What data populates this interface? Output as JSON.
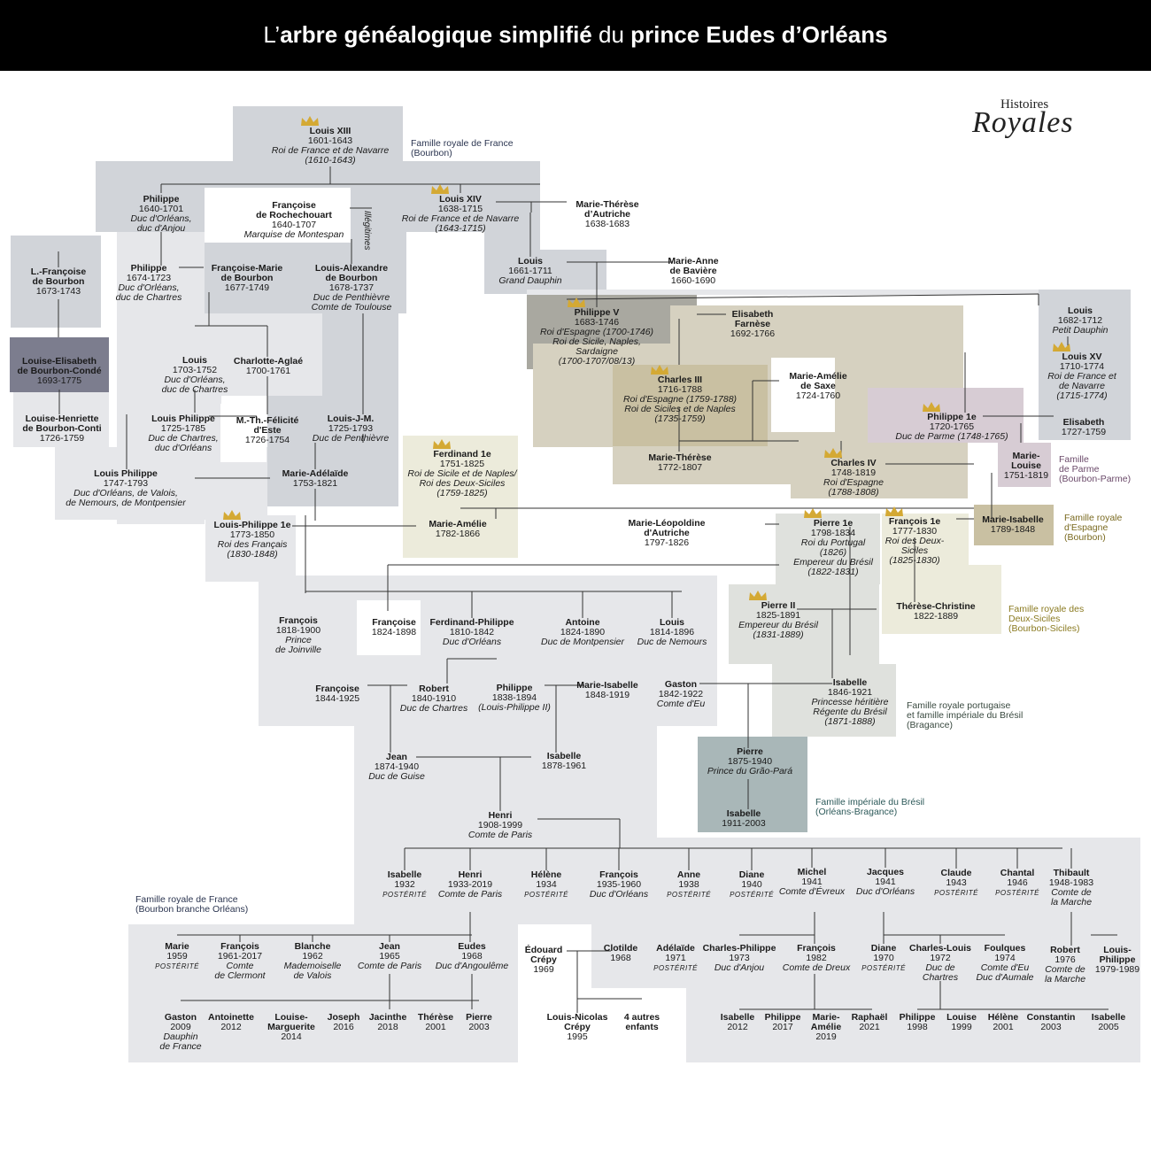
{
  "header": {
    "part1": "L’",
    "part2": "arbre généalogique simplifié",
    "part3": " du ",
    "part4": "prince Eudes d’Orléans"
  },
  "logo": {
    "line1": "Histoires",
    "line2": "Royales"
  },
  "illegitimes": "Illégitimes",
  "families": [
    {
      "id": "f1",
      "lines": [
        "Famille royale de France",
        "(Bourbon)"
      ],
      "color": "#2b3550"
    },
    {
      "id": "f2",
      "lines": [
        "Famille",
        "de Parme",
        "(Bourbon-Parme)"
      ],
      "color": "#6b4a6a"
    },
    {
      "id": "f3",
      "lines": [
        "Famille royale",
        "d'Espagne",
        "(Bourbon)"
      ],
      "color": "#7a6a20"
    },
    {
      "id": "f4",
      "lines": [
        "Famille royale des",
        "Deux-Siciles",
        "(Bourbon-Siciles)"
      ],
      "color": "#8a7a20"
    },
    {
      "id": "f5",
      "lines": [
        "Famille royale portugaise",
        "et famille impériale du Brésil",
        "(Bragance)"
      ],
      "color": "#3a4a40"
    },
    {
      "id": "f6",
      "lines": [
        "Famille impériale du Brésil",
        "(Orléans-Bragance)"
      ],
      "color": "#2d5a5a"
    },
    {
      "id": "f7",
      "lines": [
        "Famille royale de France",
        "(Bourbon branche Orléans)"
      ],
      "color": "#2b3550"
    }
  ],
  "people": [
    {
      "id": "louis13",
      "name": "Louis XIII",
      "lines": [
        "1601-1643"
      ],
      "titles": [
        "Roi de France et de Navarre",
        "(1610-1643)"
      ],
      "crown": true
    },
    {
      "id": "philippe1",
      "name": "Philippe",
      "lines": [
        "1640-1701"
      ],
      "titles": [
        "Duc d'Orléans,",
        "duc d'Anjou"
      ]
    },
    {
      "id": "montespan",
      "name": "Françoise",
      "name2": "de Rochechouart",
      "lines": [
        "1640-1707"
      ],
      "titles": [
        "Marquise de Montespan"
      ]
    },
    {
      "id": "louis14",
      "name": "Louis XIV",
      "lines": [
        "1638-1715"
      ],
      "titles": [
        "Roi de France et de Navarre",
        "(1643-1715)"
      ],
      "crown": true
    },
    {
      "id": "mtautriche",
      "name": "Marie-Thérèse",
      "name2": "d’Autriche",
      "lines": [
        "1638-1683"
      ],
      "titles": []
    },
    {
      "id": "lfbourbon",
      "name": "L.-Françoise",
      "name2": "de Bourbon",
      "lines": [
        "1673-1743"
      ],
      "titles": []
    },
    {
      "id": "philippe2",
      "name": "Philippe",
      "lines": [
        "1674-1723"
      ],
      "titles": [
        "Duc d'Orléans,",
        "duc de Chartres"
      ]
    },
    {
      "id": "fmbourbon",
      "name": "Françoise-Marie",
      "name2": "de Bourbon",
      "lines": [
        "1677-1749"
      ],
      "titles": []
    },
    {
      "id": "labourbon",
      "name": "Louis-Alexandre",
      "name2": "de Bourbon",
      "lines": [
        "1678-1737"
      ],
      "titles": [
        "Duc de Penthièvre",
        "Comte de Toulouse"
      ]
    },
    {
      "id": "grdauphin",
      "name": "Louis",
      "lines": [
        "1661-1711"
      ],
      "titles": [
        "Grand Dauphin"
      ]
    },
    {
      "id": "mabaviere",
      "name": "Marie-Anne",
      "name2": "de Bavière",
      "lines": [
        "1660-1690"
      ],
      "titles": []
    },
    {
      "id": "philippe5",
      "name": "Philippe V",
      "lines": [
        "1683-1746"
      ],
      "titles": [
        "Roi d'Espagne (1700-1746)",
        "Roi de Sicile, Naples,",
        "Sardaigne",
        "(1700-1707/08/13)"
      ],
      "crown": true
    },
    {
      "id": "farnese",
      "name": "Elisabeth",
      "name2": "Farnèse",
      "lines": [
        "1692-1766"
      ],
      "titles": []
    },
    {
      "id": "petitdauphin",
      "name": "Louis",
      "lines": [
        "1682-1712"
      ],
      "titles": [
        "Petit Dauphin"
      ]
    },
    {
      "id": "louis15",
      "name": "Louis XV",
      "lines": [
        "1710-1774"
      ],
      "titles": [
        "Roi de France et",
        "de Navarre",
        "(1715-1774)"
      ],
      "crown": true
    },
    {
      "id": "elisabeth",
      "name": "Elisabeth",
      "lines": [
        "1727-1759"
      ],
      "titles": []
    },
    {
      "id": "lebc",
      "name": "Louise-Elisabeth",
      "name2": "de Bourbon-Condé",
      "lines": [
        "1693-1775"
      ],
      "titles": []
    },
    {
      "id": "louis1703",
      "name": "Louis",
      "lines": [
        "1703-1752"
      ],
      "titles": [
        "Duc d'Orléans,",
        "duc de Chartres"
      ]
    },
    {
      "id": "caglae",
      "name": "Charlotte-Aglaé",
      "lines": [
        "1700-1761"
      ],
      "titles": []
    },
    {
      "id": "charles3",
      "name": "Charles III",
      "lines": [
        "1716-1788"
      ],
      "titles": [
        "Roi d'Espagne (1759-1788)",
        "Roi de Siciles et de Naples",
        "(1735-1759)"
      ],
      "crown": true
    },
    {
      "id": "masaxe",
      "name": "Marie-Amélie",
      "name2": "de Saxe",
      "lines": [
        "1724-1760"
      ],
      "titles": []
    },
    {
      "id": "philippe1e",
      "name": "Philippe 1e",
      "lines": [
        "1720-1765"
      ],
      "titles": [
        "Duc de Parme (1748-1765)"
      ],
      "crown": true
    },
    {
      "id": "lhbc",
      "name": "Louise-Henriette",
      "name2": "de Bourbon-Conti",
      "lines": [
        "1726-1759"
      ],
      "titles": []
    },
    {
      "id": "lp1725",
      "name": "Louis Philippe",
      "lines": [
        "1725-1785"
      ],
      "titles": [
        "Duc de Chartres,",
        "duc d'Orléans"
      ]
    },
    {
      "id": "mtfeste",
      "name": "M.-Th.-Félicité",
      "name2": "d'Este",
      "lines": [
        "1726-1754"
      ],
      "titles": []
    },
    {
      "id": "ljm",
      "name": "Louis-J-M.",
      "lines": [
        "1725-1793"
      ],
      "titles": [
        "Duc de Penthièvre"
      ]
    },
    {
      "id": "ferdinand1",
      "name": "Ferdinand 1e",
      "lines": [
        "1751-1825"
      ],
      "titles": [
        "Roi de Sicile et de Naples/",
        "Roi des Deux-Siciles",
        "(1759-1825)"
      ],
      "crown": true
    },
    {
      "id": "mt1772",
      "name": "Marie-Thérèse",
      "lines": [
        "1772-1807"
      ],
      "titles": []
    },
    {
      "id": "charles4",
      "name": "Charles IV",
      "lines": [
        "1748-1819"
      ],
      "titles": [
        "Roi d'Espagne",
        "(1788-1808)"
      ],
      "crown": true
    },
    {
      "id": "marielouise",
      "name": "Marie-",
      "name2": "Louise",
      "lines": [
        "1751-1819"
      ],
      "titles": []
    },
    {
      "id": "lp1747",
      "name": "Louis Philippe",
      "lines": [
        "1747-1793"
      ],
      "titles": [
        "Duc d'Orléans, de Valois,",
        "de Nemours, de Montpensier"
      ]
    },
    {
      "id": "madelaide",
      "name": "Marie-Adélaïde",
      "lines": [
        "1753-1821"
      ],
      "titles": []
    },
    {
      "id": "lp1e",
      "name": "Louis-Philippe 1e",
      "lines": [
        "1773-1850"
      ],
      "titles": [
        "Roi des Français",
        "(1830-1848)"
      ],
      "crown": true
    },
    {
      "id": "mamelie",
      "name": "Marie-Amélie",
      "lines": [
        "1782-1866"
      ],
      "titles": []
    },
    {
      "id": "mleopoldine",
      "name": "Marie-Léopoldine",
      "name2": "d'Autriche",
      "lines": [
        "1797-1826"
      ],
      "titles": []
    },
    {
      "id": "pierre1",
      "name": "Pierre 1e",
      "lines": [
        "1798-1834"
      ],
      "titles": [
        "Roi du Portugal",
        "(1826)",
        "Empereur du Brésil",
        "(1822-1831)"
      ],
      "crown": true
    },
    {
      "id": "francois1",
      "name": "François 1e",
      "lines": [
        "1777-1830"
      ],
      "titles": [
        "Roi des Deux-",
        "Siciles",
        "(1825-1830)"
      ],
      "crown": true
    },
    {
      "id": "misabelle",
      "name": "Marie-Isabelle",
      "lines": [
        "1789-1848"
      ],
      "titles": []
    },
    {
      "id": "francois1818",
      "name": "François",
      "lines": [
        "1818-1900"
      ],
      "titles": [
        "Prince",
        "de Joinville"
      ]
    },
    {
      "id": "francoise1824",
      "name": "Françoise",
      "lines": [
        "1824-1898"
      ],
      "titles": []
    },
    {
      "id": "ferdphil",
      "name": "Ferdinand-Philippe",
      "lines": [
        "1810-1842"
      ],
      "titles": [
        "Duc d'Orléans"
      ]
    },
    {
      "id": "antoine",
      "name": "Antoine",
      "lines": [
        "1824-1890"
      ],
      "titles": [
        "Duc de Montpensier"
      ]
    },
    {
      "id": "louis1814",
      "name": "Louis",
      "lines": [
        "1814-1896"
      ],
      "titles": [
        "Duc de Nemours"
      ]
    },
    {
      "id": "pierre2",
      "name": "Pierre II",
      "lines": [
        "1825-1891"
      ],
      "titles": [
        "Empereur du Brésil",
        "(1831-1889)"
      ],
      "crown": true
    },
    {
      "id": "tchristine",
      "name": "Thérèse-Christine",
      "lines": [
        "1822-1889"
      ],
      "titles": []
    },
    {
      "id": "francoise1844",
      "name": "Françoise",
      "lines": [
        "1844-1925"
      ],
      "titles": []
    },
    {
      "id": "robert1840",
      "name": "Robert",
      "lines": [
        "1840-1910"
      ],
      "titles": [
        "Duc de Chartres"
      ]
    },
    {
      "id": "philippe1838",
      "name": "Philippe",
      "lines": [
        "1838-1894"
      ],
      "titles": [
        "(Louis-Philippe II)"
      ]
    },
    {
      "id": "misab1848",
      "name": "Marie-Isabelle",
      "lines": [
        "1848-1919"
      ],
      "titles": []
    },
    {
      "id": "gaston1842",
      "name": "Gaston",
      "lines": [
        "1842-1922"
      ],
      "titles": [
        "Comte d'Eu"
      ]
    },
    {
      "id": "isabelle1846",
      "name": "Isabelle",
      "lines": [
        "1846-1921"
      ],
      "titles": [
        "Princesse héritière",
        "Régente du Brésil",
        "(1871-1888)"
      ]
    },
    {
      "id": "jean1874",
      "name": "Jean",
      "lines": [
        "1874-1940"
      ],
      "titles": [
        "Duc de Guise"
      ]
    },
    {
      "id": "isabelle1878",
      "name": "Isabelle",
      "lines": [
        "1878-1961"
      ],
      "titles": []
    },
    {
      "id": "pierre1875",
      "name": "Pierre",
      "lines": [
        "1875-1940"
      ],
      "titles": [
        "Prince du Grão-Pará"
      ]
    },
    {
      "id": "henri1908",
      "name": "Henri",
      "lines": [
        "1908-1999"
      ],
      "titles": [
        "Comte de Paris"
      ]
    },
    {
      "id": "isabelle1911",
      "name": "Isabelle",
      "lines": [
        "1911-2003"
      ],
      "titles": []
    },
    {
      "id": "c_isabelle",
      "name": "Isabelle",
      "lines": [
        "1932"
      ],
      "titles": [],
      "post": "POSTÉRITÉ"
    },
    {
      "id": "c_henri",
      "name": "Henri",
      "lines": [
        "1933-2019"
      ],
      "titles": [
        "Comte de Paris"
      ]
    },
    {
      "id": "c_helene",
      "name": "Hélène",
      "lines": [
        "1934"
      ],
      "titles": [],
      "post": "POSTÉRITÉ"
    },
    {
      "id": "c_francois",
      "name": "François",
      "lines": [
        "1935-1960"
      ],
      "titles": [
        "Duc d'Orléans"
      ]
    },
    {
      "id": "c_anne",
      "name": "Anne",
      "lines": [
        "1938"
      ],
      "titles": [],
      "post": "POSTÉRITÉ"
    },
    {
      "id": "c_diane",
      "name": "Diane",
      "lines": [
        "1940"
      ],
      "titles": [],
      "post": "POSTÉRITÉ"
    },
    {
      "id": "c_michel",
      "name": "Michel",
      "lines": [
        "1941"
      ],
      "titles": [
        "Comte d'Évreux"
      ]
    },
    {
      "id": "c_jacques",
      "name": "Jacques",
      "lines": [
        "1941"
      ],
      "titles": [
        "Duc d'Orléans"
      ]
    },
    {
      "id": "c_claude",
      "name": "Claude",
      "lines": [
        "1943"
      ],
      "titles": [],
      "post": "POSTÉRITÉ"
    },
    {
      "id": "c_chantal",
      "name": "Chantal",
      "lines": [
        "1946"
      ],
      "titles": [],
      "post": "POSTÉRITÉ"
    },
    {
      "id": "c_thibault",
      "name": "Thibault",
      "lines": [
        "1948-1983"
      ],
      "titles": [
        "Comte de",
        "la Marche"
      ]
    },
    {
      "id": "g_marie",
      "name": "Marie",
      "lines": [
        "1959"
      ],
      "titles": [],
      "post": "POSTÉRITÉ"
    },
    {
      "id": "g_francois",
      "name": "François",
      "lines": [
        "1961-2017"
      ],
      "titles": [
        "Comte",
        "de Clermont"
      ]
    },
    {
      "id": "g_blanche",
      "name": "Blanche",
      "lines": [
        "1962"
      ],
      "titles": [
        "Mademoiselle",
        "de Valois"
      ]
    },
    {
      "id": "g_jean",
      "name": "Jean",
      "lines": [
        "1965"
      ],
      "titles": [
        "Comte de Paris"
      ]
    },
    {
      "id": "g_eudes",
      "name": "Eudes",
      "lines": [
        "1968"
      ],
      "titles": [
        "Duc d'Angoulême"
      ]
    },
    {
      "id": "edouard",
      "name": "Édouard",
      "name2": "Crépy",
      "lines": [
        "1969"
      ],
      "titles": []
    },
    {
      "id": "g_clotilde",
      "name": "Clotilde",
      "lines": [
        "1968"
      ],
      "titles": []
    },
    {
      "id": "g_adelaide",
      "name": "Adélaïde",
      "lines": [
        "1971"
      ],
      "titles": [],
      "post": "POSTÉRITÉ"
    },
    {
      "id": "g_charlesph",
      "name": "Charles-Philippe",
      "lines": [
        "1973"
      ],
      "titles": [
        "Duc d'Anjou"
      ]
    },
    {
      "id": "g_francois82",
      "name": "François",
      "lines": [
        "1982"
      ],
      "titles": [
        "Comte de Dreux"
      ]
    },
    {
      "id": "g_diane",
      "name": "Diane",
      "lines": [
        "1970"
      ],
      "titles": [],
      "post": "POSTÉRITÉ"
    },
    {
      "id": "g_charleslouis",
      "name": "Charles-Louis",
      "lines": [
        "1972"
      ],
      "titles": [
        "Duc de",
        "Chartres"
      ]
    },
    {
      "id": "g_foulques",
      "name": "Foulques",
      "lines": [
        "1974"
      ],
      "titles": [
        "Comte d'Eu",
        "Duc d'Aumale"
      ]
    },
    {
      "id": "g_robert",
      "name": "Robert",
      "lines": [
        "1976"
      ],
      "titles": [
        "Comte de",
        "la Marche"
      ]
    },
    {
      "id": "g_louisph",
      "name": "Louis-",
      "name2": "Philippe",
      "lines": [
        "1979-1989"
      ],
      "titles": []
    },
    {
      "id": "gg_gaston",
      "name": "Gaston",
      "lines": [
        "2009"
      ],
      "titles": [
        "Dauphin",
        "de France"
      ]
    },
    {
      "id": "gg_antoinette",
      "name": "Antoinette",
      "lines": [
        "2012"
      ],
      "titles": []
    },
    {
      "id": "gg_louisem",
      "name": "Louise-",
      "name2": "Marguerite",
      "lines": [
        "2014"
      ],
      "titles": []
    },
    {
      "id": "gg_joseph",
      "name": "Joseph",
      "lines": [
        "2016"
      ],
      "titles": []
    },
    {
      "id": "gg_jacinthe",
      "name": "Jacinthe",
      "lines": [
        "2018"
      ],
      "titles": []
    },
    {
      "id": "gg_therese",
      "name": "Thérèse",
      "lines": [
        "2001"
      ],
      "titles": []
    },
    {
      "id": "gg_pierre",
      "name": "Pierre",
      "lines": [
        "2003"
      ],
      "titles": []
    },
    {
      "id": "gg_louisnicolas",
      "name": "Louis-Nicolas",
      "name2": "Crépy",
      "lines": [
        "1995"
      ],
      "titles": []
    },
    {
      "id": "gg_autres",
      "name": "4 autres",
      "name2": "enfants",
      "lines": [],
      "titles": []
    },
    {
      "id": "gg_isabelle12",
      "name": "Isabelle",
      "lines": [
        "2012"
      ],
      "titles": []
    },
    {
      "id": "gg_philippe17",
      "name": "Philippe",
      "lines": [
        "2017"
      ],
      "titles": []
    },
    {
      "id": "gg_marieamelie",
      "name": "Marie-",
      "name2": "Amélie",
      "lines": [
        "2019"
      ],
      "titles": []
    },
    {
      "id": "gg_raphael",
      "name": "Raphaël",
      "lines": [
        "2021"
      ],
      "titles": []
    },
    {
      "id": "gg_philippe98",
      "name": "Philippe",
      "lines": [
        "1998"
      ],
      "titles": []
    },
    {
      "id": "gg_louise99",
      "name": "Louise",
      "lines": [
        "1999"
      ],
      "titles": []
    },
    {
      "id": "gg_helene01",
      "name": "Hélène",
      "lines": [
        "2001"
      ],
      "titles": []
    },
    {
      "id": "gg_constantin",
      "name": "Constantin",
      "lines": [
        "2003"
      ],
      "titles": []
    },
    {
      "id": "gg_isabelle05",
      "name": "Isabelle",
      "lines": [
        "2005"
      ],
      "titles": []
    }
  ]
}
